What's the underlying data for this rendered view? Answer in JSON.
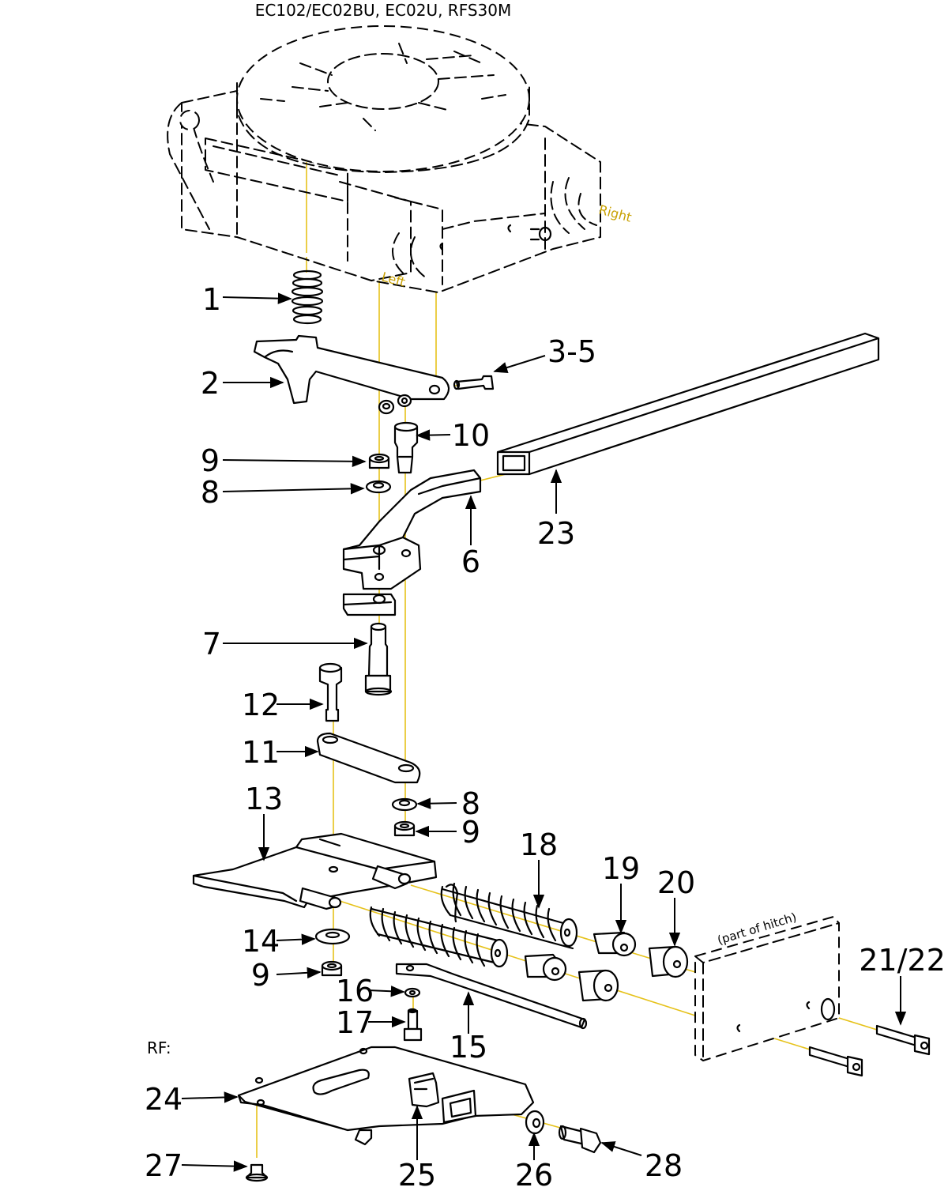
{
  "title": "EC102/EC02BU, EC02U, RFS30M",
  "side_labels": {
    "right": "Right",
    "left": "Left"
  },
  "hitch_note": "(part of hitch)",
  "rf_label": "RF:",
  "callouts": {
    "c1": "1",
    "c2": "2",
    "c3_5": "3-5",
    "c10": "10",
    "c9a": "9",
    "c8a": "8",
    "c23": "23",
    "c6": "6",
    "c7": "7",
    "c12": "12",
    "c11": "11",
    "c13": "13",
    "c8b": "8",
    "c9b": "9",
    "c18": "18",
    "c19": "19",
    "c20": "20",
    "c14": "14",
    "c9c": "9",
    "c16": "16",
    "c17": "17",
    "c15": "15",
    "c21_22": "21/22",
    "c24": "24",
    "c25": "25",
    "c26": "26",
    "c27": "27",
    "c28": "28"
  },
  "colors": {
    "guide_line": "#e6c21a",
    "ink": "#000000",
    "accent_text": "#c8a000"
  }
}
